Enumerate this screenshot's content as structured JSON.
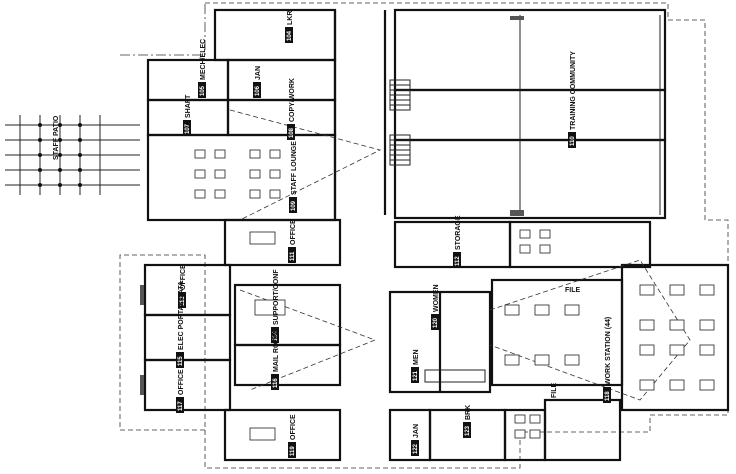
{
  "rooms": [
    {
      "id": "r-lockers",
      "num": "104",
      "name": "LKR"
    },
    {
      "id": "r-mech",
      "num": "105",
      "name": "MECH/ELEC"
    },
    {
      "id": "r-janitor",
      "num": "106",
      "name": "JAN"
    },
    {
      "id": "r-shaft",
      "num": "107",
      "name": "SHAFT"
    },
    {
      "id": "r-copy",
      "num": "108",
      "name": "COPY/WORK"
    },
    {
      "id": "r-lounge",
      "num": "109",
      "name": "STAFF LOUNGE"
    },
    {
      "id": "r-training",
      "num": "110",
      "name": "TRAINING COMMUNITY"
    },
    {
      "id": "r-office1",
      "num": "111",
      "name": "OFFICE"
    },
    {
      "id": "r-storage",
      "num": "112",
      "name": "STORAGE"
    },
    {
      "id": "r-office2",
      "num": "113",
      "name": "OFFICE"
    },
    {
      "id": "r-conf",
      "num": "114",
      "name": "SUPPORT/CONF"
    },
    {
      "id": "r-elec",
      "num": "115",
      "name": "ELEC PORTAL DATA"
    },
    {
      "id": "r-mail",
      "num": "116",
      "name": "MAIL ROOM"
    },
    {
      "id": "r-office3",
      "num": "117",
      "name": "OFFICE"
    },
    {
      "id": "r-work",
      "num": "118",
      "name": "WORK STATION (44)"
    },
    {
      "id": "r-office4",
      "num": "119",
      "name": "OFFICE"
    },
    {
      "id": "r-womens",
      "num": "120",
      "name": "WOMEN"
    },
    {
      "id": "r-mens",
      "num": "121",
      "name": "MEN"
    },
    {
      "id": "r-jan2",
      "num": "122",
      "name": "JAN"
    },
    {
      "id": "r-break",
      "num": "123",
      "name": "BRK"
    }
  ],
  "patio": {
    "label": "STAFF PATIO"
  },
  "tags": {
    "file1": "FILE",
    "file2": "FILE"
  }
}
